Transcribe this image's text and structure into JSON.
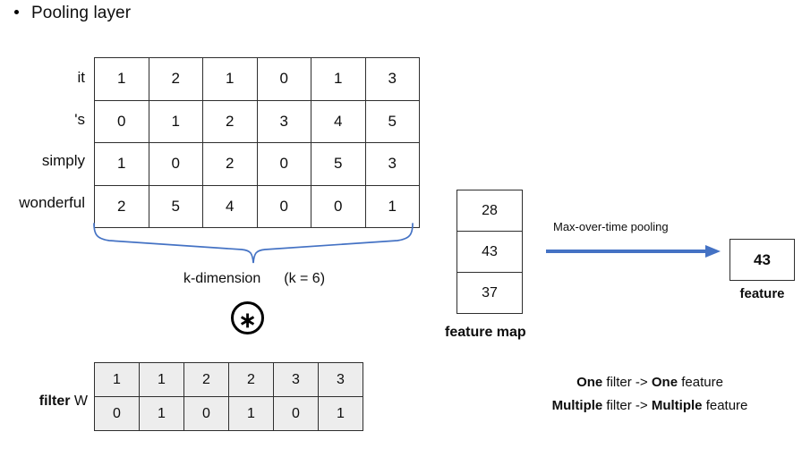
{
  "slide": {
    "bullet": "Pooling layer"
  },
  "sentence_matrix": {
    "row_labels": [
      "it",
      "'s",
      "simply",
      "wonderful"
    ],
    "rows": [
      [
        "1",
        "2",
        "1",
        "0",
        "1",
        "3"
      ],
      [
        "0",
        "1",
        "2",
        "3",
        "4",
        "5"
      ],
      [
        "1",
        "0",
        "2",
        "0",
        "5",
        "3"
      ],
      [
        "2",
        "5",
        "4",
        "0",
        "0",
        "1"
      ]
    ]
  },
  "dimension_caption": {
    "label": "k-dimension",
    "value": "(k = 6)"
  },
  "conv_operator": {
    "glyph": "∗",
    "name": "convolution-asterisk"
  },
  "filter": {
    "label_bold": "filter",
    "label_rest": " W",
    "rows": [
      [
        "1",
        "1",
        "2",
        "2",
        "3",
        "3"
      ],
      [
        "0",
        "1",
        "0",
        "1",
        "0",
        "1"
      ]
    ]
  },
  "feature_map": {
    "caption": "feature map",
    "values": [
      "28",
      "43",
      "37"
    ]
  },
  "pooling": {
    "caption": "Max-over-time pooling",
    "arrow_color": "#4472C4"
  },
  "result": {
    "value": "43",
    "caption": "feature"
  },
  "summary": {
    "line1_a": "One",
    "line1_b": " filter -> ",
    "line1_c": "One",
    "line1_d": " feature",
    "line2_a": "Multiple",
    "line2_b": " filter -> ",
    "line2_c": "Multiple",
    "line2_d": " feature"
  },
  "colors": {
    "brace": "#4472C4",
    "arrow": "#4472C4",
    "cell_border": "#2E2E2E",
    "filter_fill": "#EDEDED",
    "text": "#0D0D0D"
  }
}
